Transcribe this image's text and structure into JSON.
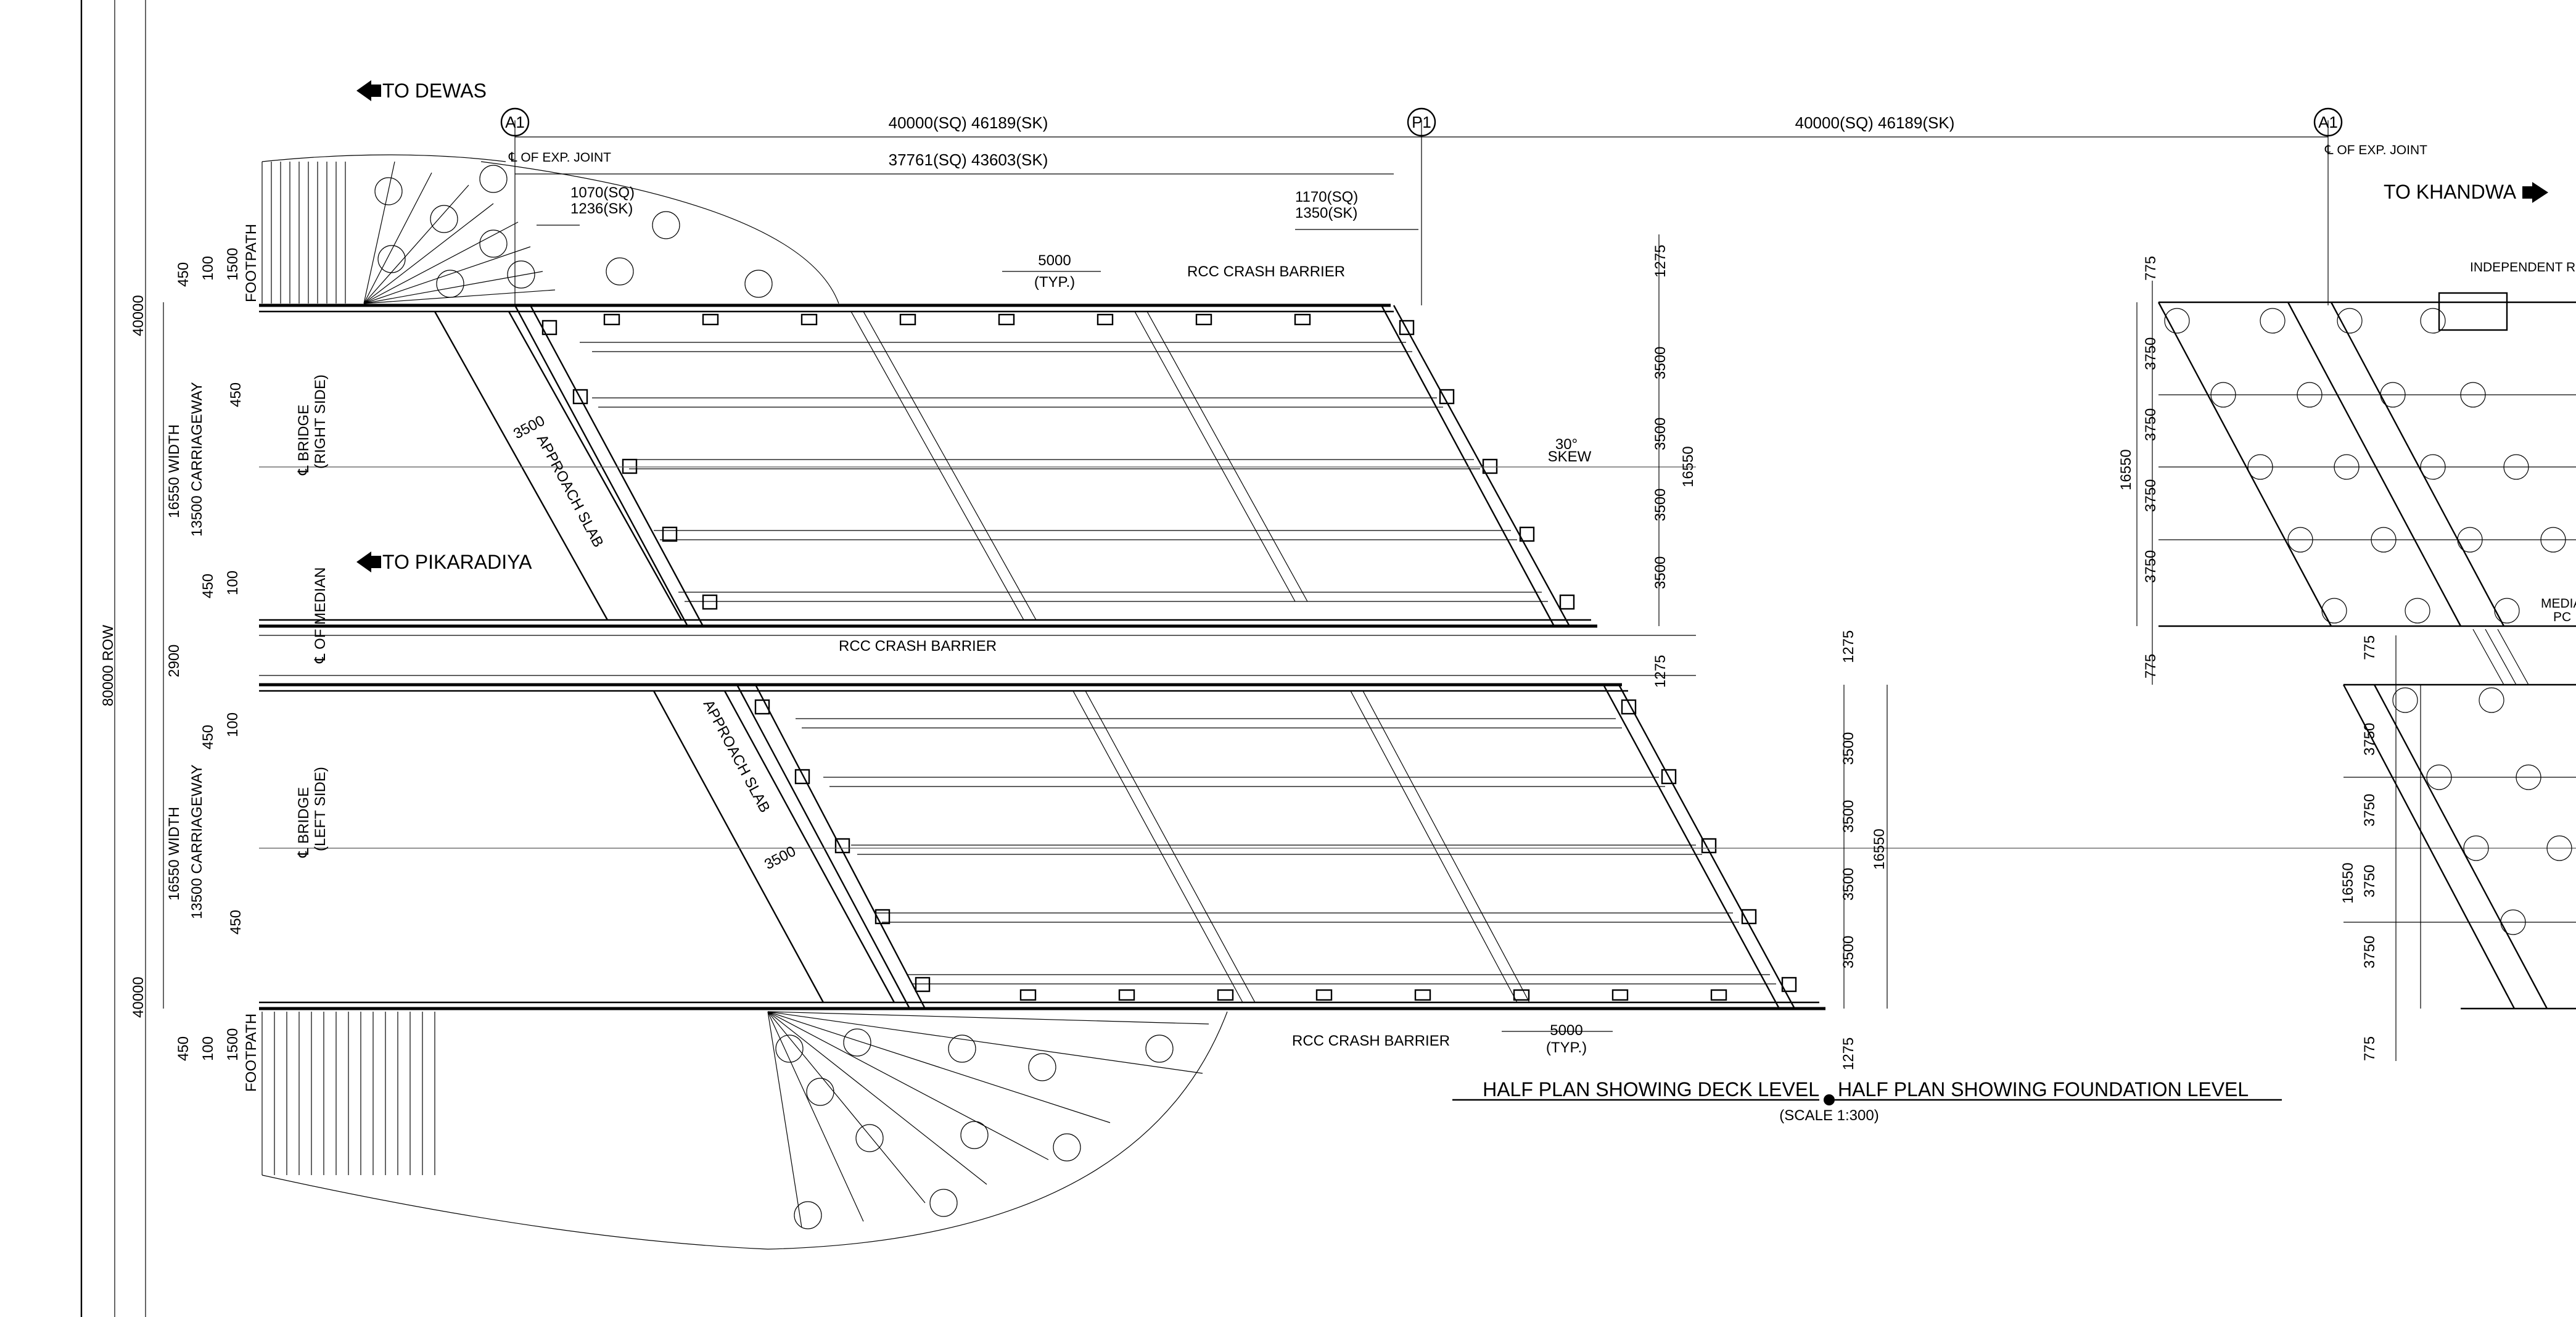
{
  "directions": {
    "dewas": "TO DEWAS",
    "pikaradiya": "TO PIKARADIYA",
    "khandwa": "TO KHANDWA"
  },
  "piers": {
    "a1_left": "A1",
    "p1": "P1",
    "a1_right": "A1"
  },
  "dimensions_top": {
    "span1": "40000(SQ)  46189(SK)",
    "span2": "40000(SQ)  46189(SK)",
    "inner_span": "37761(SQ)  43603(SK)",
    "left_offset_sq": "1070(SQ)",
    "left_offset_sk": "1236(SK)",
    "right_offset_sq": "1170(SQ)",
    "right_offset_sk": "1350(SK)",
    "exp_joint_left": "℄ OF EXP. JOINT",
    "exp_joint_right": "℄ OF EXP. JOINT",
    "barrier_spacing_top": "5000",
    "barrier_spacing_top_typ": "(TYP.)",
    "barrier_spacing_bottom": "5000",
    "barrier_spacing_bottom_typ": "(TYP.)"
  },
  "labels": {
    "crash_barrier_top": "RCC CRASH BARRIER",
    "crash_barrier_mid": "RCC CRASH BARRIER",
    "crash_barrier_bottom": "RCC CRASH BARRIER",
    "approach_slab_top": "APPROACH SLAB",
    "approach_slab_bottom": "APPROACH SLAB",
    "bridge_right_1": "℄ BRIDGE",
    "bridge_right_2": "(RIGHT SIDE)",
    "bridge_left_1": "℄ BRIDGE",
    "bridge_left_2": "(LEFT SIDE)",
    "median": "℄ OF MEDIAN",
    "skew_1": "30°",
    "skew_2": "SKEW",
    "approach_dim_top": "3500",
    "approach_dim_bottom": "3500",
    "independent_ret": "INDEPENDENT RET",
    "median_pc_1": "MEDIAN",
    "median_pc_2": "PC"
  },
  "left_dims": {
    "row": "80000  ROW",
    "top_40000": "40000",
    "bottom_40000": "40000",
    "width_top": "16550  WIDTH",
    "carriage_top": "13500  CARRIAGEWAY",
    "width_bottom": "16550  WIDTH",
    "carriage_bottom": "13500  CARRIAGEWAY",
    "median_2900": "2900",
    "fp_top": [
      "450",
      "100",
      "1500",
      "FOOTPATH"
    ],
    "fp_bottom": [
      "450",
      "100",
      "1500",
      "FOOTPATH"
    ],
    "s450_a": "450",
    "s450_b": "450",
    "s100_a": "100",
    "s450_c": "450",
    "s100_b": "100",
    "s450_d": "450"
  },
  "right_dims_top": [
    "1275",
    "3500",
    "3500",
    "3500",
    "3500",
    "16550",
    "1275"
  ],
  "right_dims_bottom": [
    "1275",
    "3500",
    "3500",
    "3500",
    "3500",
    "16550",
    "1275"
  ],
  "foundation_dims_top": [
    "775",
    "3750",
    "3750",
    "3750",
    "3750",
    "16550",
    "775"
  ],
  "foundation_dims_bottom": [
    "775",
    "3750",
    "3750",
    "3750",
    "3750",
    "16550",
    "775"
  ],
  "titles": {
    "deck": "HALF PLAN SHOWING DECK LEVEL",
    "foundation": "HALF PLAN SHOWING FOUNDATION LEVEL",
    "scale": "(SCALE 1:300)"
  }
}
